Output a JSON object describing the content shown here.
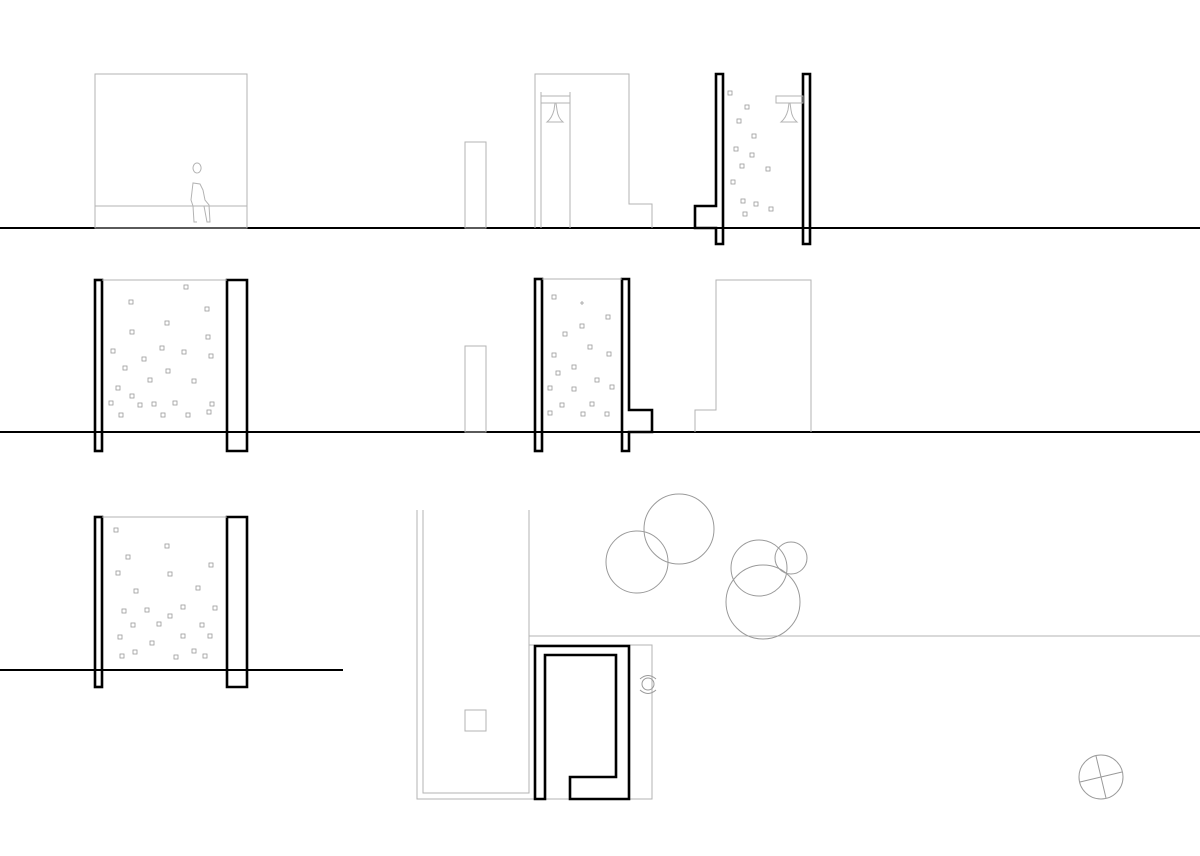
{
  "drawing": {
    "type": "architectural-elevations-and-site-plan",
    "text_labels": [],
    "colors": {
      "cut_line": "#000000",
      "projection_line": "#b3b3b3",
      "background": "#ffffff"
    }
  },
  "rows": [
    {
      "id": "row-1",
      "items": [
        "seated-figure-elevation",
        "pillar",
        "bell-tower-elevation",
        "bell-tower-section"
      ]
    },
    {
      "id": "row-2",
      "items": [
        "perforated-wall-section-a",
        "pillar",
        "perforated-wall-section-b",
        "stepped-block-elevation"
      ]
    },
    {
      "id": "row-3",
      "items": [
        "perforated-wall-section-c",
        "site-plan"
      ]
    }
  ],
  "plan": {
    "tree_count": 5,
    "north_arrow": true,
    "person_symbol": true
  }
}
